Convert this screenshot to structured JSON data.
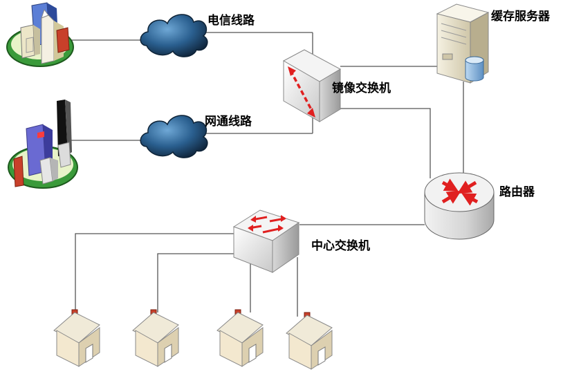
{
  "diagram": {
    "nodes": {
      "telecom_line": {
        "label": "电信线路",
        "icon": "cloud-icon"
      },
      "netcom_line": {
        "label": "网通线路",
        "icon": "cloud-icon"
      },
      "mirror_switch": {
        "label": "镜像交换机",
        "icon": "switch-icon"
      },
      "cache_server": {
        "label": "缓存服务器",
        "icon": "server-icon"
      },
      "router": {
        "label": "路由器",
        "icon": "router-icon"
      },
      "core_switch": {
        "label": "中心交换机",
        "icon": "switch-icon"
      },
      "city_top": {
        "icon": "city-icon"
      },
      "city_bottom": {
        "icon": "city-icon"
      },
      "houses": [
        {
          "icon": "house-icon"
        },
        {
          "icon": "house-icon"
        },
        {
          "icon": "house-icon"
        },
        {
          "icon": "house-icon"
        }
      ]
    },
    "colors": {
      "line": "#555555",
      "cloud": "#1f4e79",
      "arrow": "#e02020",
      "device": "#e8e8e8",
      "house_wall": "#f3e8cf",
      "lawn": "#3a9a3a"
    }
  }
}
